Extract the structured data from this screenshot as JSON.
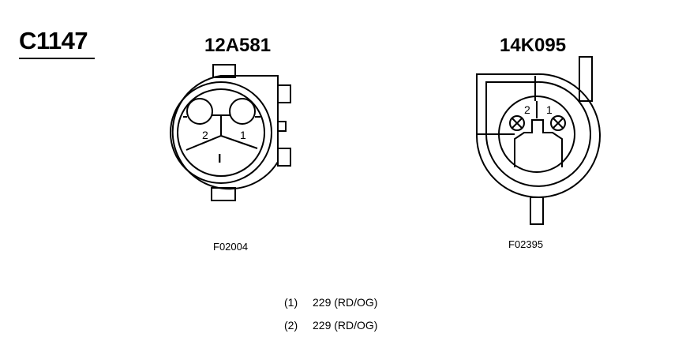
{
  "connector_id": "C1147",
  "component_a": {
    "part_number": "12A581",
    "figure_code": "F02004",
    "pin_labels": [
      "2",
      "1"
    ],
    "key_mark": "I"
  },
  "component_b": {
    "part_number": "14K095",
    "figure_code": "F02395",
    "pin_labels": [
      "2",
      "1"
    ]
  },
  "circuits": [
    {
      "pin": "(1)",
      "circuit": "229 (RD/OG)"
    },
    {
      "pin": "(2)",
      "circuit": "229 (RD/OG)"
    }
  ]
}
